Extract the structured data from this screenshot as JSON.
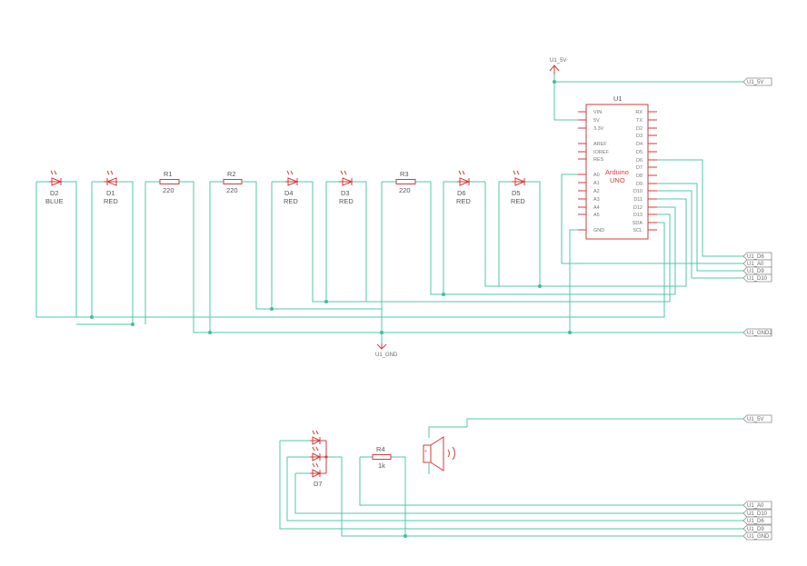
{
  "arduino": {
    "ref": "U1",
    "name_line1": "Arduino",
    "name_line2": "UNO",
    "left_pins": [
      "VIN",
      "5V",
      "3.3V",
      "AREF",
      "IOREF",
      "RES",
      "A0",
      "A1",
      "A2",
      "A3",
      "A4",
      "A5",
      "GND"
    ],
    "right_pins": [
      "RX",
      "TX",
      "D2",
      "D3",
      "D4",
      "D5",
      "D6",
      "D7",
      "D8",
      "D9",
      "D10",
      "D11",
      "D12",
      "D13",
      "SDA",
      "SCL"
    ]
  },
  "power_symbols": {
    "top": "U1_5V",
    "bottom": "U1_GND"
  },
  "components": [
    {
      "ref": "D2",
      "value": "BLUE"
    },
    {
      "ref": "D1",
      "value": "RED"
    },
    {
      "ref": "R1",
      "value": "220"
    },
    {
      "ref": "R2",
      "value": "220"
    },
    {
      "ref": "D4",
      "value": "RED"
    },
    {
      "ref": "D3",
      "value": "RED"
    },
    {
      "ref": "R3",
      "value": "220"
    },
    {
      "ref": "D6",
      "value": "RED"
    },
    {
      "ref": "D5",
      "value": "RED"
    },
    {
      "ref": "D7",
      "value": ""
    },
    {
      "ref": "R4",
      "value": "1k"
    }
  ],
  "net_labels_top": [
    "U1_5V",
    "U1_D6",
    "U1_A0",
    "U1_D9",
    "U1_D10",
    "U1_GND2"
  ],
  "net_labels_bottom": [
    "U1_5V",
    "U1_A0",
    "U1_D10",
    "U1_D6",
    "U1_D9",
    "U1_GND"
  ],
  "colors": {
    "wire": "#4cc9a8",
    "component": "#d43a3a",
    "junction": "#3fbf9a"
  }
}
